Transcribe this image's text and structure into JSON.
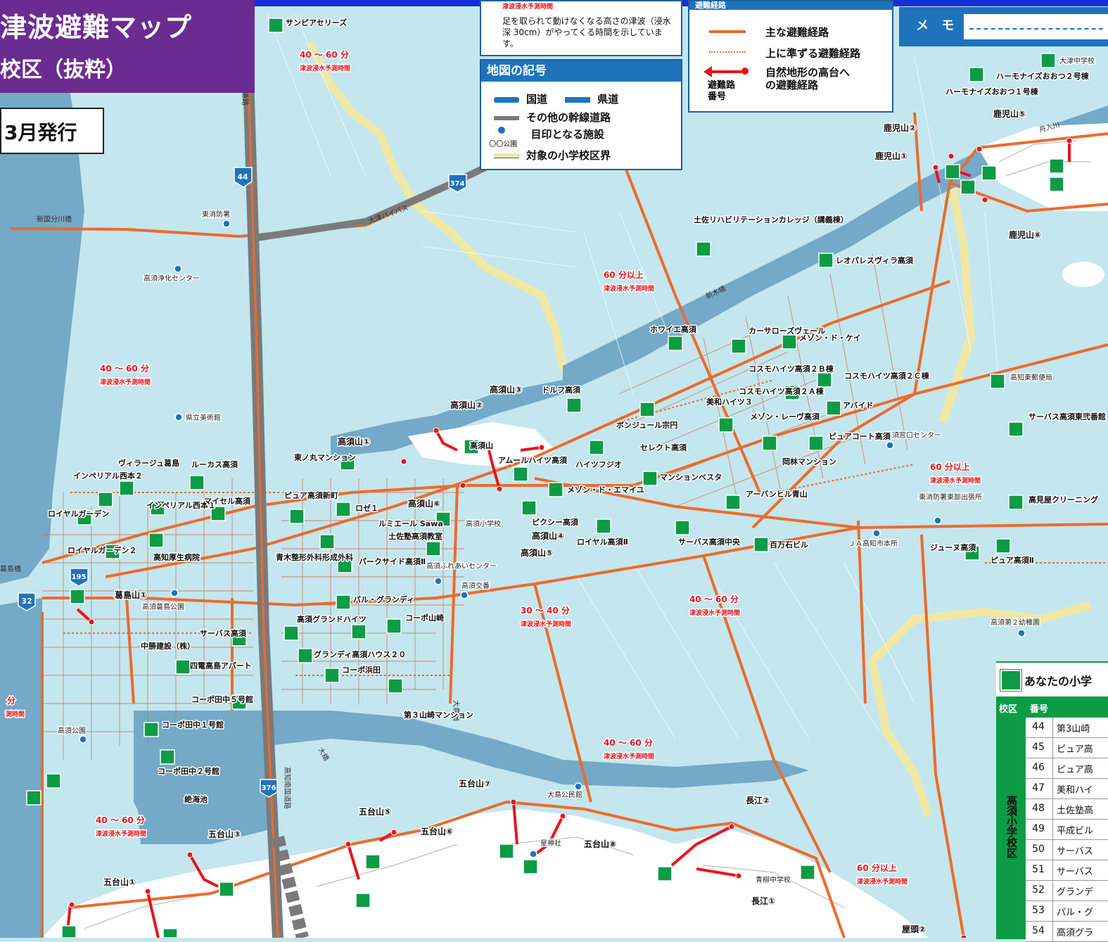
{
  "header": {
    "title_main": "津波避難マップ",
    "title_sub": "校区（抜粋）",
    "publish_date": "3月発行"
  },
  "legend_time": {
    "caption": "津波浸水予測時間",
    "description": "足を取られて動けなくなる高さの津波（浸水深 30cm）がやってくる時間を示しています。"
  },
  "legend_symbols": {
    "title": "地図の記号",
    "national_road": "国道",
    "prefectural_road": "県道",
    "other_trunk_road": "その他の幹線道路",
    "landmark": "目印となる施設",
    "park_sample": "〇〇公園",
    "school_boundary": "対象の小学校区界"
  },
  "legend_routes": {
    "title": "避難経路",
    "main_route": "主な避難経路",
    "sub_route": "上に準ずる避難経路",
    "hill_route": "自然地形の高台への避難経路",
    "route_number_label": "避難路番号"
  },
  "memo": {
    "label": "メ モ"
  },
  "road_labels": {
    "route_44": "44",
    "route_374": "374",
    "route_195": "195",
    "route_32": "32",
    "route_376": "376",
    "bypass": "大津バイパス",
    "shinkoku_bridge": "新国分川橋",
    "river_funairi": "舟入川",
    "kaigan_road": "海岸道路",
    "minami_road": "高知南国道路",
    "ohashi": "大橋",
    "oshima_bridge": "大島橋",
    "katsushima_bridge": "葛島橋",
    "shinki_bridge": "新木橋"
  },
  "tsunami_times": [
    {
      "big": "40 〜 60 分",
      "small": "津波浸水予測時間"
    },
    {
      "big": "60 分以上",
      "small": "津波浸水予測時間"
    },
    {
      "big": "40 〜 60 分",
      "small": "津波浸水予測時間"
    },
    {
      "big": "30 〜 40 分",
      "small": "津波浸水予測時間"
    },
    {
      "big": "60 分以上",
      "small": "津波浸水予測時間"
    },
    {
      "big": "40 〜 60 分",
      "small": "津波浸水予測時間"
    },
    {
      "big": "40 〜 60 分",
      "small": "津波浸水予測時間"
    },
    {
      "big": "40 〜 60 分",
      "small": "津波浸水予測時間"
    },
    {
      "big": "60 分以上",
      "small": "津波浸水予測時間"
    },
    {
      "big": "分",
      "small": "測時間"
    }
  ],
  "hills": [
    "高須山①",
    "高須山②",
    "高須山③",
    "高須山④",
    "高須山⑤",
    "高須山⑥",
    "葛島山①",
    "五台山①",
    "五台山③",
    "五台山⑤",
    "五台山⑥",
    "五台山⑦",
    "五台山⑧",
    "長江①",
    "長江②",
    "鹿児山①",
    "鹿児山②",
    "鹿児山⑤",
    "鹿児山⑥",
    "屋頭②"
  ],
  "facilities": [
    "東消防署",
    "高須浄化センター",
    "県立美術館",
    "高須葛島公園",
    "高須公園",
    "高須ふれあいセンター",
    "高須交番",
    "高須小学校",
    "大島公民館",
    "星神社",
    "青柳中学校",
    "高須窓口センター",
    "東消防署東部出張所",
    "ＪＡ高知市本所",
    "高須第２幼稚園",
    "高知東郵便局",
    "大津中学校"
  ],
  "buildings": [
    "サンピアセリーズ",
    "土佐リハビリテーションカレッジ（講義棟）",
    "レオパレスヴィラ高須",
    "ホワイエ高須",
    "カーサローズヴェール",
    "メゾン・ド・ケイ",
    "コスモハイツ高須２Ｂ棟",
    "コスモハイツ高須２Ａ棟",
    "コスモハイツ高須２Ｃ棟",
    "アバイド",
    "美和ハイツ３",
    "メゾン・レーヴ高須",
    "ピュアコート高須",
    "岡林マンション",
    "ボンジュール宗円",
    "セレクト高須",
    "マンションベスタ",
    "ハイツフジオ",
    "ドルフ高須",
    "東ノ丸マンション",
    "アムールハイツ高須",
    "アーバンヒル青山",
    "メゾン・ド・エマイユ",
    "ピクシー高須",
    "ロイヤル高須Ⅱ",
    "サーバス高須中央",
    "百万石ビル",
    "インペリアル西本２",
    "ヴィラージュ葛島",
    "ルーカス高須",
    "ロイヤルガーデン",
    "インペリアル西本１",
    "マイセル高須",
    "ピュア高須新町",
    "ロゼ１",
    "ルミエール Sawa",
    "土佐塾高須教室",
    "ロイヤルガーデン２",
    "高知厚生病院",
    "青木整形外科形成外科",
    "パークサイド高須Ⅱ",
    "パル・グランディ",
    "高須グランドハイツ",
    "グランディ高須ハウス２０",
    "コーポ山崎",
    "コーポ浜田",
    "中勝建設（株）",
    "四電高島アパート",
    "サーバス高須",
    "コーポ田中５号館",
    "コーポ田中１号館",
    "コーポ田中２号館",
    "第３山崎マンション",
    "ハーモナイズおおつ１号棟",
    "ハーモナイズおおつ２号棟",
    "サーバス高須東弐番館",
    "高見屋クリーニング",
    "ジューヌ高須",
    "ピュア高須Ⅱ"
  ],
  "map_misc": {
    "pond": "絶海池",
    "takasu_yama": "高須山"
  },
  "table": {
    "title": "あなたの小学",
    "col_school": "校区",
    "col_num": "番号",
    "school": "高須小学校区",
    "rows": [
      {
        "num": "44",
        "name": "第3山崎"
      },
      {
        "num": "45",
        "name": "ピュア高"
      },
      {
        "num": "46",
        "name": "ピュア高"
      },
      {
        "num": "47",
        "name": "美和ハイ"
      },
      {
        "num": "48",
        "name": "土佐塾高"
      },
      {
        "num": "49",
        "name": "平成ビル"
      },
      {
        "num": "50",
        "name": "サーバス"
      },
      {
        "num": "51",
        "name": "サーバス"
      },
      {
        "num": "52",
        "name": "グランデ"
      },
      {
        "num": "53",
        "name": "パル・グ"
      },
      {
        "num": "54",
        "name": "高須グラ"
      }
    ]
  },
  "colors": {
    "land": "#c4e6ee",
    "water": "#74a9c7",
    "route": "#ec6b2d",
    "hill_route": "#e8141b",
    "boundary": "#efe8a5",
    "shelter": "#0d9b46",
    "title_bg": "#6b2c91",
    "legend_blue": "#1f73bd"
  }
}
